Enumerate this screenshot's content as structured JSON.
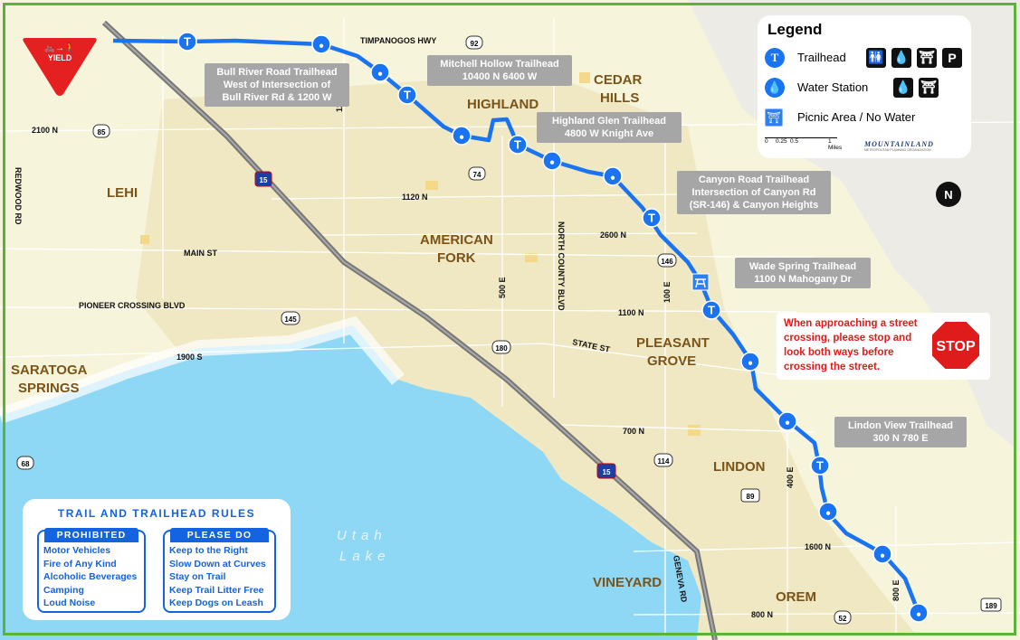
{
  "colors": {
    "trail": "#1a73f0",
    "callout": "#a6a6a6",
    "rules": "#1463e0",
    "stop": "#e01b1b",
    "water": "#8fd8f5",
    "land": "#f7f4dc"
  },
  "yield_sign": {
    "text": "YIELD"
  },
  "cities": {
    "cedar_hills_1": "CEDAR",
    "cedar_hills_2": "HILLS",
    "highland": "HIGHLAND",
    "lehi": "LEHI",
    "american_fork_1": "AMERICAN",
    "american_fork_2": "FORK",
    "pleasant_grove_1": "PLEASANT",
    "pleasant_grove_2": "GROVE",
    "saratoga_1": "SARATOGA",
    "saratoga_2": "SPRINGS",
    "lindon": "LINDON",
    "vineyard": "VINEYARD",
    "orem": "OREM"
  },
  "roads": {
    "timpanogos": "TIMPANOGOS HWY",
    "r2100n": "2100 N",
    "r1120n": "1120 N",
    "main": "MAIN ST",
    "pioneer": "PIONEER CROSSING BLVD",
    "r1900s": "1900 S",
    "redwood": "REDWOOD RD",
    "r1200e": "1200 E",
    "r2600n": "2600 N",
    "ncounty": "NORTH COUNTY BLVD",
    "r500e": "500 E",
    "r100e": "100 E",
    "r1100n": "1100 N",
    "state": "STATE ST",
    "r700n": "700 N",
    "r400e": "400 E",
    "r1600n": "1600 N",
    "r800e": "800 E",
    "r800n": "800 N",
    "geneva": "GENEVA RD"
  },
  "shields": {
    "sr92": "92",
    "sr85": "85",
    "i15a": "15",
    "sr74": "74",
    "sr146": "146",
    "sr145": "145",
    "sr180": "180",
    "sr114": "114",
    "i15b": "15",
    "us89": "89",
    "sr52": "52",
    "us189": "189",
    "sr68": "68"
  },
  "lake": {
    "name_1": "Utah",
    "name_2": "Lake"
  },
  "trailheads": [
    {
      "name": "Bull River Road Trailhead",
      "address": "West of Intersection of",
      "address2": "Bull River Rd & 1200 W"
    },
    {
      "name": "Mitchell Hollow Trailhead",
      "address": "10400 N 6400 W"
    },
    {
      "name": "Highland Glen Trailhead",
      "address": "4800 W Knight Ave"
    },
    {
      "name": "Canyon Road Trailhead",
      "address": "Intersection of Canyon Rd",
      "address2": "(SR-146) & Canyon Heights"
    },
    {
      "name": "Wade Spring Trailhead",
      "address": "1100 N Mahogany Dr"
    },
    {
      "name": "Lindon View Trailhead",
      "address": "300 N 780 E"
    }
  ],
  "legend": {
    "title": "Legend",
    "trailhead": "Trailhead",
    "water_station": "Water Station",
    "picnic": "Picnic Area / No Water",
    "trailhead_icon": "T",
    "parking": "P",
    "scale": [
      "0",
      "0.25",
      "0.5",
      "1 Miles"
    ],
    "logo": "MOUNTAINLAND",
    "logo_sub": "METROPOLITAN PLANNING ORGANIZATION"
  },
  "rules": {
    "title": "TRAIL AND TRAILHEAD RULES",
    "prohibited_title": "PROHIBITED",
    "prohibited": [
      "Motor Vehicles",
      "Fire of Any Kind",
      "Alcoholic Beverages",
      "Camping",
      "Loud Noise"
    ],
    "please_title": "PLEASE DO",
    "please": [
      "Keep to the Right",
      "Slow Down at Curves",
      "Stay on Trail",
      "Keep Trail Litter Free",
      "Keep Dogs on Leash"
    ]
  },
  "stop": {
    "message": "When approaching a street crossing, please stop and look both ways before crossing the street.",
    "sign": "STOP"
  },
  "north": "N"
}
